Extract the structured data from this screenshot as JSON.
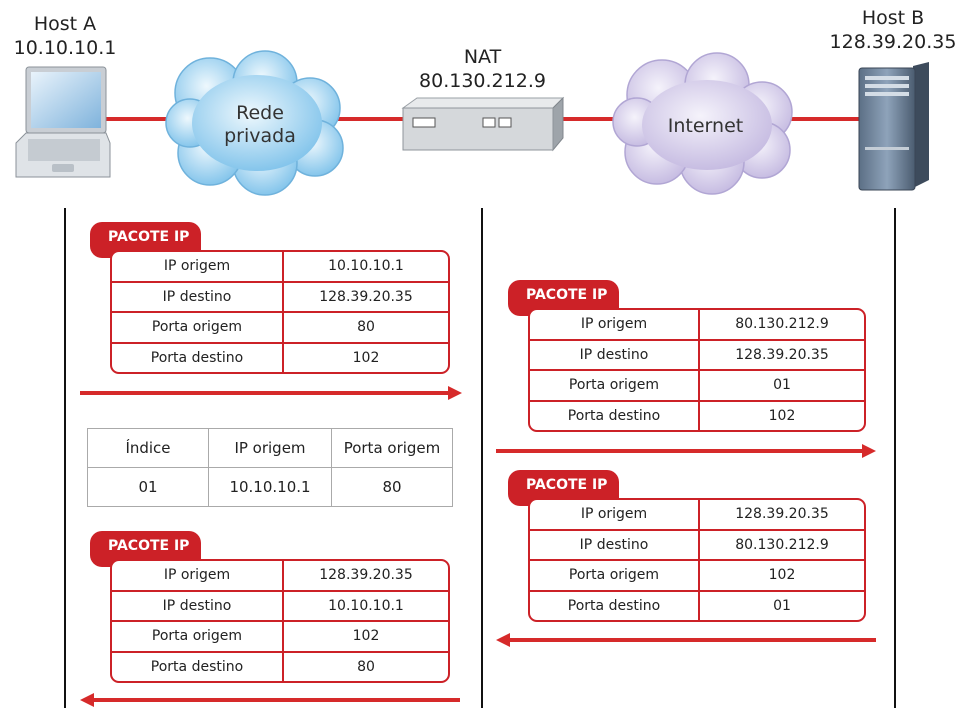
{
  "hosts": {
    "host_a": {
      "name": "Host A",
      "ip": "10.10.10.1"
    },
    "host_b": {
      "name": "Host B",
      "ip": "128.39.20.35"
    },
    "nat": {
      "name": "NAT",
      "ip": "80.130.212.9"
    }
  },
  "clouds": {
    "private": {
      "line1": "Rede",
      "line2": "privada"
    },
    "internet": {
      "label": "Internet"
    }
  },
  "packet_label": "PACOTE IP",
  "field_labels": [
    "IP origem",
    "IP destino",
    "Porta origem",
    "Porta destino"
  ],
  "packets": {
    "p1": [
      "10.10.10.1",
      "128.39.20.35",
      "80",
      "102"
    ],
    "p2": [
      "80.130.212.9",
      "128.39.20.35",
      "01",
      "102"
    ],
    "p3": [
      "128.39.20.35",
      "80.130.212.9",
      "102",
      "01"
    ],
    "p4": [
      "128.39.20.35",
      "10.10.10.1",
      "102",
      "80"
    ]
  },
  "nat_table": {
    "headers": [
      "Índice",
      "IP origem",
      "Porta origem"
    ],
    "row": [
      "01",
      "10.10.10.1",
      "80"
    ]
  },
  "colors": {
    "accent": "#cc2127",
    "cloud_blue": "#a9d8f2",
    "cloud_purple": "#d9d3ec"
  }
}
